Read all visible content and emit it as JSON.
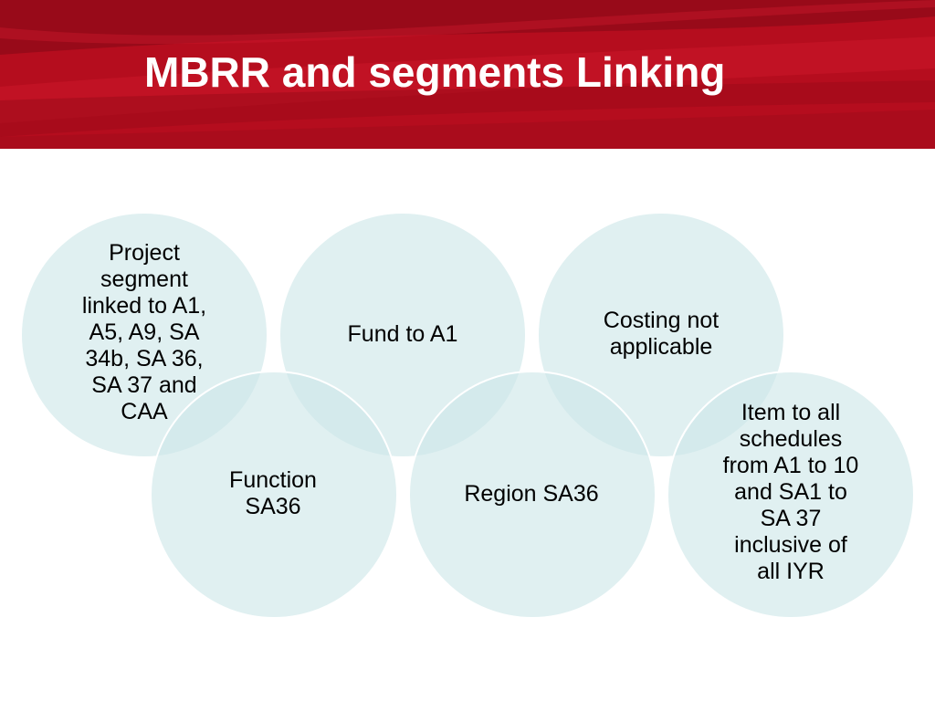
{
  "slide": {
    "title": "MBRR and segments Linking",
    "header_color": "#b50d1e",
    "circle_color": "#cde6e8"
  },
  "diagram": {
    "nodes": [
      {
        "id": "project-segment",
        "label": "Project\nsegment\nlinked to A1,\nA5, A9, SA\n34b, SA 36,\nSA 37 and\nCAA"
      },
      {
        "id": "fund",
        "label": "Fund to A1"
      },
      {
        "id": "costing",
        "label": "Costing not\napplicable"
      },
      {
        "id": "function",
        "label": "Function\nSA36"
      },
      {
        "id": "region",
        "label": "Region SA36"
      },
      {
        "id": "item",
        "label": "Item to all\nschedules\nfrom A1 to 10\nand SA1 to\nSA 37\ninclusive of\nall IYR"
      }
    ]
  }
}
